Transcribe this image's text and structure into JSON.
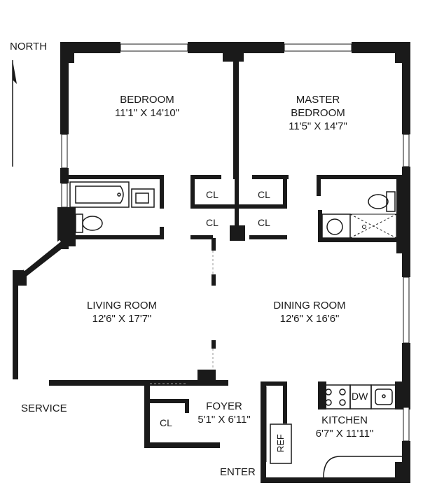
{
  "compass": {
    "label": "NORTH"
  },
  "rooms": {
    "bedroom": {
      "name": "BEDROOM",
      "dims": "11'1\" X 14'10\""
    },
    "master_bedroom": {
      "name": "MASTER",
      "name2": "BEDROOM",
      "dims": "11'5\" X 14'7\""
    },
    "living_room": {
      "name": "LIVING ROOM",
      "dims": "12'6\" X 17'7\""
    },
    "dining_room": {
      "name": "DINING ROOM",
      "dims": "12'6\" X 16'6\""
    },
    "foyer": {
      "name": "FOYER",
      "dims": "5'1\" X 6'11\""
    },
    "kitchen": {
      "name": "KITCHEN",
      "dims": "6'7\" X 11'11\""
    }
  },
  "closets": [
    "CL",
    "CL",
    "CL",
    "CL",
    "CL"
  ],
  "fixtures": {
    "refrigerator": "REF",
    "dishwasher": "DW"
  },
  "entrances": {
    "service": "SERVICE",
    "enter": "ENTER"
  }
}
